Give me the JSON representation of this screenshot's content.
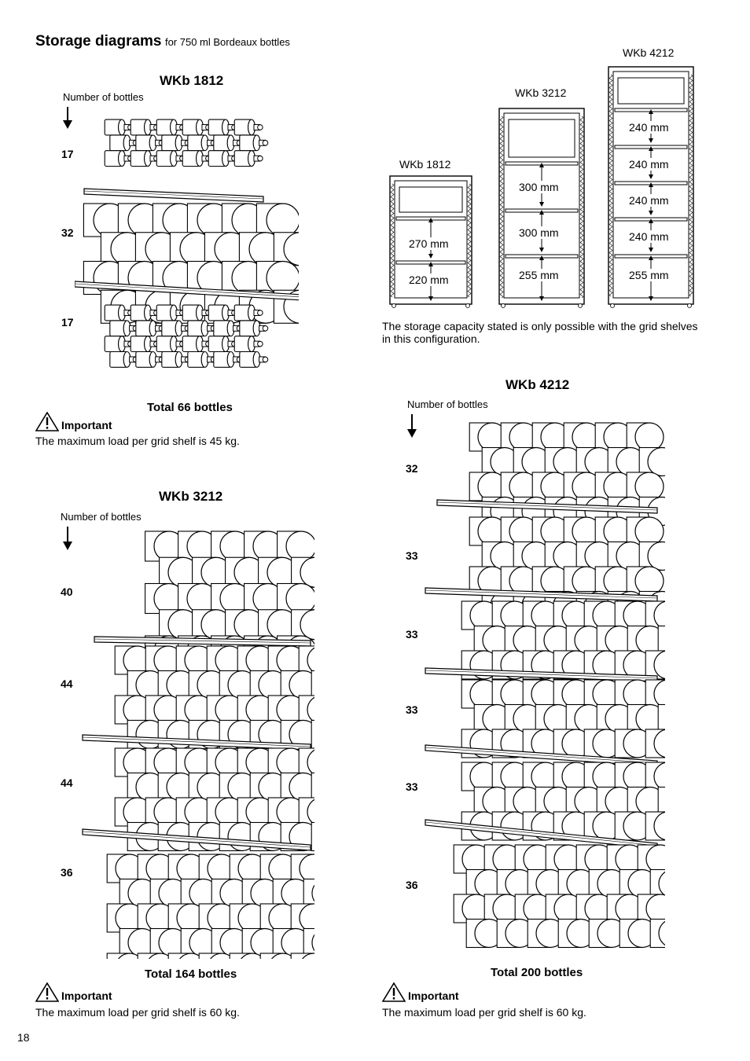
{
  "page": {
    "title": "Storage diagrams",
    "subtitle": "for 750 ml Bordeaux bottles",
    "page_number": "18"
  },
  "wkb1812": {
    "heading": "WKb 1812",
    "number_label": "Number of bottles",
    "levels": [
      "17",
      "32",
      "17"
    ],
    "total": "Total 66 bottles",
    "important": "Important",
    "note": "The maximum load per grid shelf is 45 kg."
  },
  "wkb3212": {
    "heading": "WKb 3212",
    "number_label": "Number of bottles",
    "levels": [
      "40",
      "44",
      "44",
      "36"
    ],
    "total": "Total 164 bottles",
    "important": "Important",
    "note": "The maximum load per grid shelf is 60 kg."
  },
  "wkb4212": {
    "heading": "WKb 4212",
    "number_label": "Number of bottles",
    "levels": [
      "32",
      "33",
      "33",
      "33",
      "33",
      "36"
    ],
    "total": "Total 200 bottles",
    "important": "Important",
    "note": "The maximum load per grid shelf is 60 kg."
  },
  "cabinets": {
    "wkb1812": {
      "label": "WKb 1812",
      "dims": [
        "270",
        "220"
      ]
    },
    "wkb3212": {
      "label": "WKb 3212",
      "dims": [
        "300",
        "300",
        "255"
      ]
    },
    "wkb4212": {
      "label": "WKb 4212",
      "dims": [
        "240",
        "240",
        "240",
        "240",
        "255"
      ]
    },
    "unit": "mm",
    "caption": "The storage capacity stated is only possible with the grid shelves in this configuration."
  },
  "icons": {
    "warning": "warning-triangle-icon",
    "arrow": "arrow-down-icon",
    "bottle": "bottle-icon"
  }
}
